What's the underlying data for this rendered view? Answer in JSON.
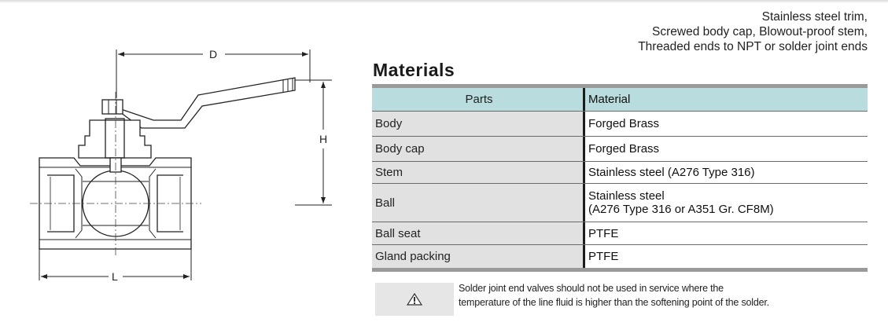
{
  "header": {
    "lines": [
      "Stainless steel trim,",
      "Screwed body cap, Blowout-proof stem,",
      "Threaded ends to NPT or solder joint ends"
    ]
  },
  "drawing": {
    "labels": {
      "d": "D",
      "h": "H",
      "l": "L"
    }
  },
  "materials": {
    "title": "Materials",
    "columns": [
      "Parts",
      "Material"
    ],
    "rows": [
      {
        "part": "Body",
        "material": "Forged Brass"
      },
      {
        "part": "Body cap",
        "material": "Forged Brass"
      },
      {
        "part": "Stem",
        "material": "Stainless steel (A276 Type 316)"
      },
      {
        "part": "Ball",
        "material": "Stainless steel\n(A276 Type 316 or A351 Gr. CF8M)"
      },
      {
        "part": "Ball seat",
        "material": "PTFE"
      },
      {
        "part": "Gland packing",
        "material": "PTFE"
      }
    ]
  },
  "note": {
    "icon": "warning-icon",
    "lines": [
      "Solder joint end valves should not be used in service where the",
      "temperature of the line fluid is higher than the softening point of the solder."
    ]
  }
}
